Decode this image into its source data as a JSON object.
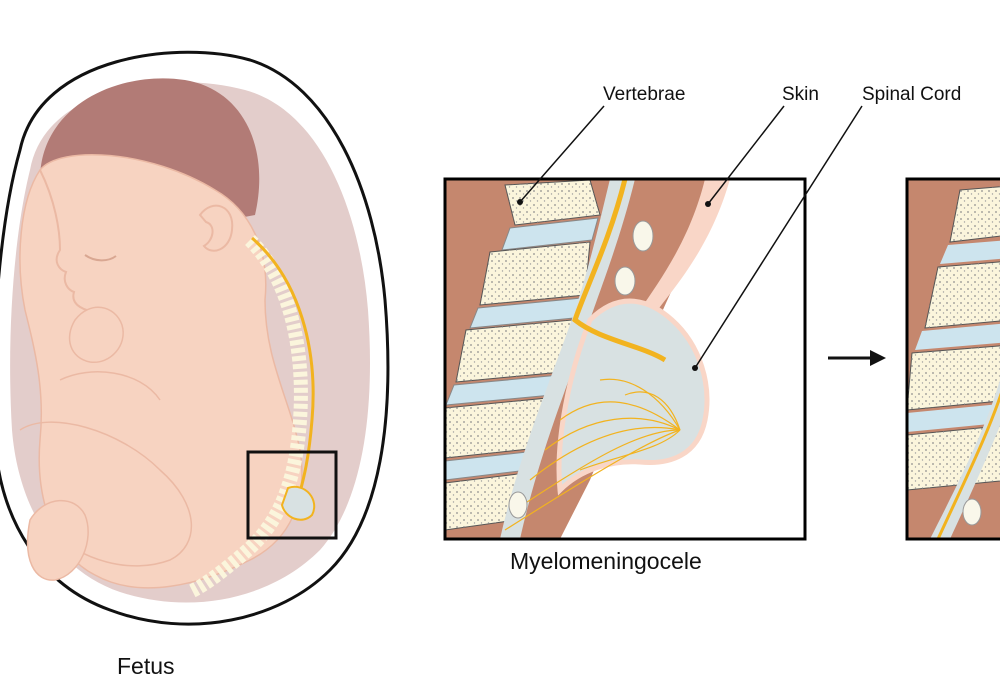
{
  "labels": {
    "vertebrae": "Vertebrae",
    "skin": "Skin",
    "spinal_cord": "Spinal Cord",
    "myelomeningocele": "Myelomeningocele",
    "fetus": "Fetus"
  },
  "colors": {
    "skin_light": "#f7d3c1",
    "skin_outline": "#ebb9a4",
    "head_hair": "#b27b76",
    "amniotic_fluid": "#e3cdcb",
    "muscle": "#c5876e",
    "vertebra_body": "#fbf5dc",
    "vertebra_dots": "#9a9a9a",
    "disc": "#cde4ee",
    "sac_fluid": "#d8e1e2",
    "nerve": "#f2b31f",
    "skin_layer": "#f9d6c7",
    "frame": "#000000"
  }
}
